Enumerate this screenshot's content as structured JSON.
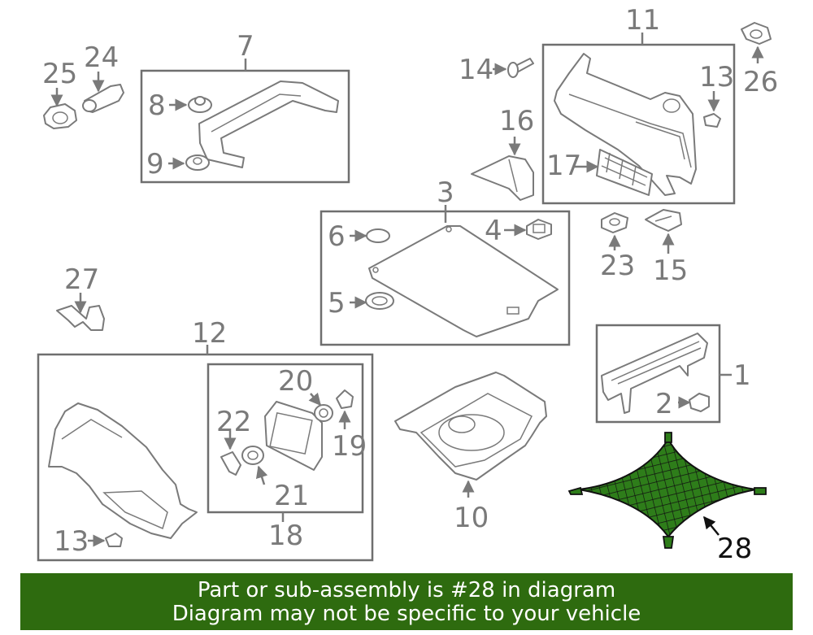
{
  "callouts": {
    "c1": "1",
    "c2": "2",
    "c3": "3",
    "c4": "4",
    "c5": "5",
    "c6": "6",
    "c7": "7",
    "c8": "8",
    "c9": "9",
    "c10": "10",
    "c11": "11",
    "c12": "12",
    "c13a": "13",
    "c13b": "13",
    "c14": "14",
    "c15": "15",
    "c16": "16",
    "c17": "17",
    "c18": "18",
    "c19": "19",
    "c20": "20",
    "c21": "21",
    "c22": "22",
    "c23": "23",
    "c24": "24",
    "c25": "25",
    "c26": "26",
    "c27": "27",
    "c28": "28"
  },
  "highlight": {
    "part_number": "28",
    "color": "#2e7d1a"
  },
  "banner": {
    "line1": "Part or sub-assembly is #28 in diagram",
    "line2": "Diagram may not be specific to your vehicle",
    "background": "#2e6b0f"
  }
}
